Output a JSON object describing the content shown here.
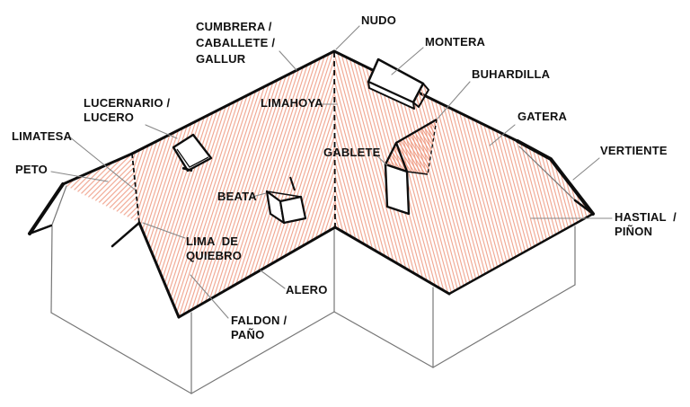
{
  "diagram_type": "roof-terminology-axonometric",
  "language": "es",
  "labels": {
    "cumbrera": "CUMBRERA /\nCABALLETE /\nGALLUR",
    "nudo": "NUDO",
    "montera": "MONTERA",
    "buhardilla": "BUHARDILLA",
    "gatera": "GATERA",
    "vertiente": "VERTIENTE",
    "hastial": "HASTIAL  /\nPIÑON",
    "limahoya": "LIMAHOYA",
    "lucernario": "LUCERNARIO /\nLUCERO",
    "limatesa": "LIMATESA",
    "peto": "PETO",
    "gablete": "GABLETE",
    "beata": "BEATA",
    "lima_quiebro": "LIMA  DE\nQUIEBRO",
    "alero": "ALERO",
    "faldon": "FALDON /\nPAÑO"
  },
  "colors": {
    "background": "#ffffff",
    "roof_hatch": "#f0a28c",
    "outline": "#0d0d0d",
    "wall_line": "#777777",
    "leader_line": "#878787",
    "label_text": "#111111"
  }
}
